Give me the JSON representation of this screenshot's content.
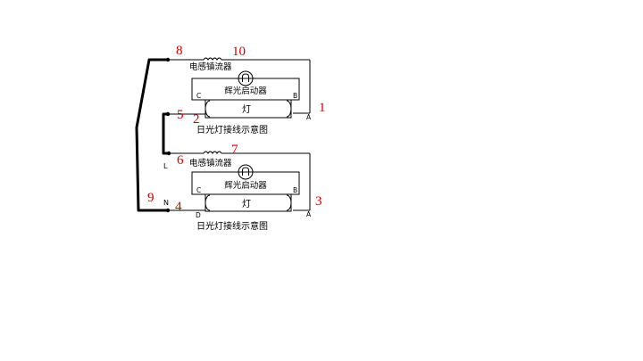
{
  "colors": {
    "line": "#000000",
    "number": "#cc0000",
    "background": "#ffffff"
  },
  "circuit_top": {
    "ballast_label": "电感镇流器",
    "starter_label": "辉光启动器",
    "lamp_label": "灯",
    "caption": "日光灯接线示意图",
    "pin_c": "C",
    "pin_b": "B",
    "pin_a": "A"
  },
  "circuit_bottom": {
    "ballast_label": "电感镇流器",
    "starter_label": "辉光启动器",
    "lamp_label": "灯",
    "caption": "日光灯接线示意图",
    "pin_c": "C",
    "pin_b": "B",
    "pin_a": "A",
    "pin_d": "D"
  },
  "supply": {
    "line_label": "L",
    "neutral_label": "N"
  },
  "numbers": {
    "n1": "1",
    "n2": "2",
    "n3": "3",
    "n4": "4",
    "n5": "5",
    "n6": "6",
    "n7": "7",
    "n8": "8",
    "n9": "9",
    "n10": "10"
  },
  "icons": {
    "starter": "starter-bulb-icon",
    "ballast": "inductor-coil-icon"
  }
}
